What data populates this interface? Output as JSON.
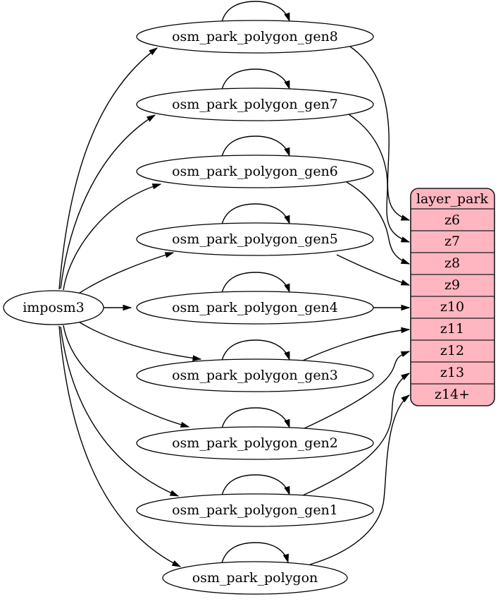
{
  "diagram": {
    "type": "etl-graph",
    "source_node": {
      "label": "imposm3"
    },
    "table_nodes": [
      {
        "label": "osm_park_polygon_gen8"
      },
      {
        "label": "osm_park_polygon_gen7"
      },
      {
        "label": "osm_park_polygon_gen6"
      },
      {
        "label": "osm_park_polygon_gen5"
      },
      {
        "label": "osm_park_polygon_gen4"
      },
      {
        "label": "osm_park_polygon_gen3"
      },
      {
        "label": "osm_park_polygon_gen2"
      },
      {
        "label": "osm_park_polygon_gen1"
      },
      {
        "label": "osm_park_polygon"
      }
    ],
    "layer_node": {
      "header": "layer_park",
      "rows": [
        "z6",
        "z7",
        "z8",
        "z9",
        "z10",
        "z11",
        "z12",
        "z13",
        "z14+"
      ]
    },
    "edges": {
      "from_source": [
        "osm_park_polygon_gen8",
        "osm_park_polygon_gen7",
        "osm_park_polygon_gen6",
        "osm_park_polygon_gen5",
        "osm_park_polygon_gen4",
        "osm_park_polygon_gen3",
        "osm_park_polygon_gen2",
        "osm_park_polygon_gen1",
        "osm_park_polygon"
      ],
      "self_loops": [
        "osm_park_polygon_gen8",
        "osm_park_polygon_gen7",
        "osm_park_polygon_gen6",
        "osm_park_polygon_gen5",
        "osm_park_polygon_gen4",
        "osm_park_polygon_gen3",
        "osm_park_polygon_gen2",
        "osm_park_polygon_gen1",
        "osm_park_polygon"
      ],
      "to_layer": [
        {
          "from": "osm_park_polygon_gen8",
          "to": "z6"
        },
        {
          "from": "osm_park_polygon_gen7",
          "to": "z7"
        },
        {
          "from": "osm_park_polygon_gen6",
          "to": "z8"
        },
        {
          "from": "osm_park_polygon_gen5",
          "to": "z9"
        },
        {
          "from": "osm_park_polygon_gen4",
          "to": "z10"
        },
        {
          "from": "osm_park_polygon_gen3",
          "to": "z11"
        },
        {
          "from": "osm_park_polygon_gen2",
          "to": "z12"
        },
        {
          "from": "osm_park_polygon_gen1",
          "to": "z13"
        },
        {
          "from": "osm_park_polygon",
          "to": "z14+"
        }
      ]
    },
    "colors": {
      "layer_fill": "#ffb6c1",
      "layer_border": "#1a1a1a",
      "edge": "#000000",
      "node_fill": "#ffffff",
      "node_border": "#000000",
      "text": "#000000",
      "background": "#ffffff"
    }
  }
}
